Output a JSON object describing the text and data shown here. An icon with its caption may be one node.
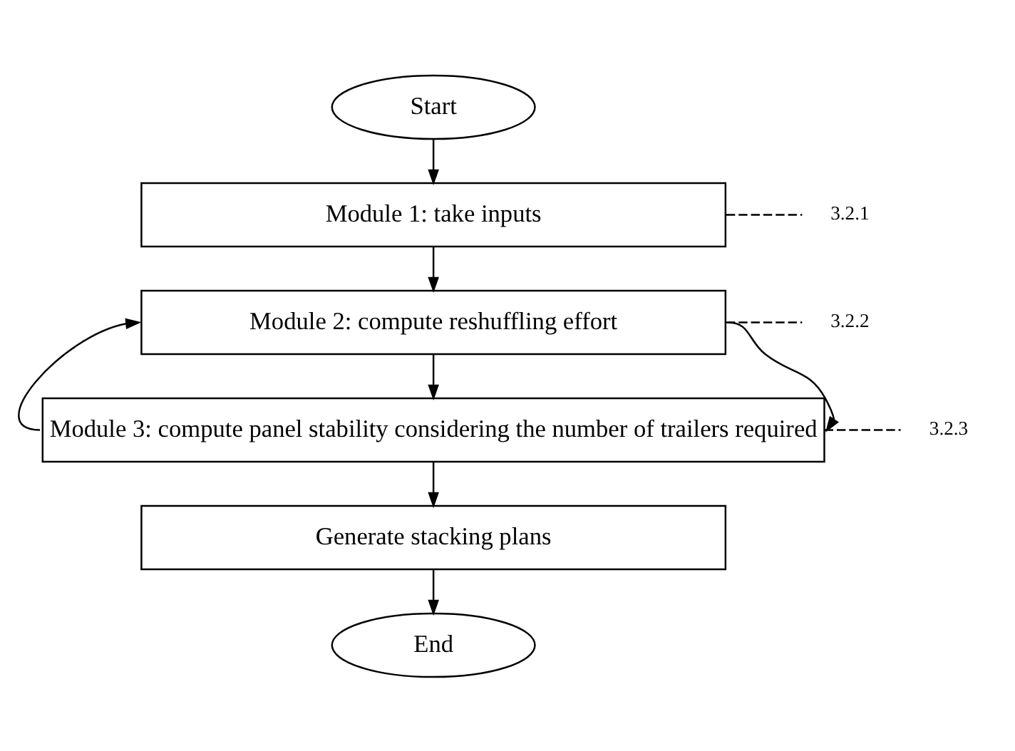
{
  "diagram": {
    "nodes": [
      {
        "text": [
          "Start"
        ]
      },
      {
        "text": [
          "Module 1: take inputs"
        ]
      },
      {
        "text": [
          "Module 2: compute reshuffling effort"
        ]
      },
      {
        "text": [
          "Module 3: compute panel stability considering the number of trailers required"
        ]
      },
      {
        "text": [
          "Generate stacking plans"
        ]
      },
      {
        "text": [
          "End"
        ]
      },
      {
        "text": [
          "3.2.1"
        ]
      },
      {
        "text": [
          "3.2.2"
        ]
      },
      {
        "text": [
          "3.2.3"
        ]
      }
    ],
    "edges": [
      {
        "from": 0,
        "to": 1,
        "arrow": "to"
      },
      {
        "from": 1,
        "to": 2,
        "arrow": "to"
      },
      {
        "from": 2,
        "to": 3,
        "arrow": "to"
      },
      {
        "from": 3,
        "to": 4,
        "arrow": "to"
      },
      {
        "from": 4,
        "to": 5,
        "arrow": "to"
      },
      {
        "from": 2,
        "to": 3,
        "arrow": "to"
      },
      {
        "from": 3,
        "to": 2,
        "arrow": "to"
      },
      {
        "from": 6,
        "to": 1,
        "arrow": "none",
        "style": "dashed"
      },
      {
        "from": 7,
        "to": 2,
        "arrow": "none",
        "style": "dashed"
      },
      {
        "from": 8,
        "to": 3,
        "arrow": "none",
        "style": "dashed"
      }
    ]
  }
}
